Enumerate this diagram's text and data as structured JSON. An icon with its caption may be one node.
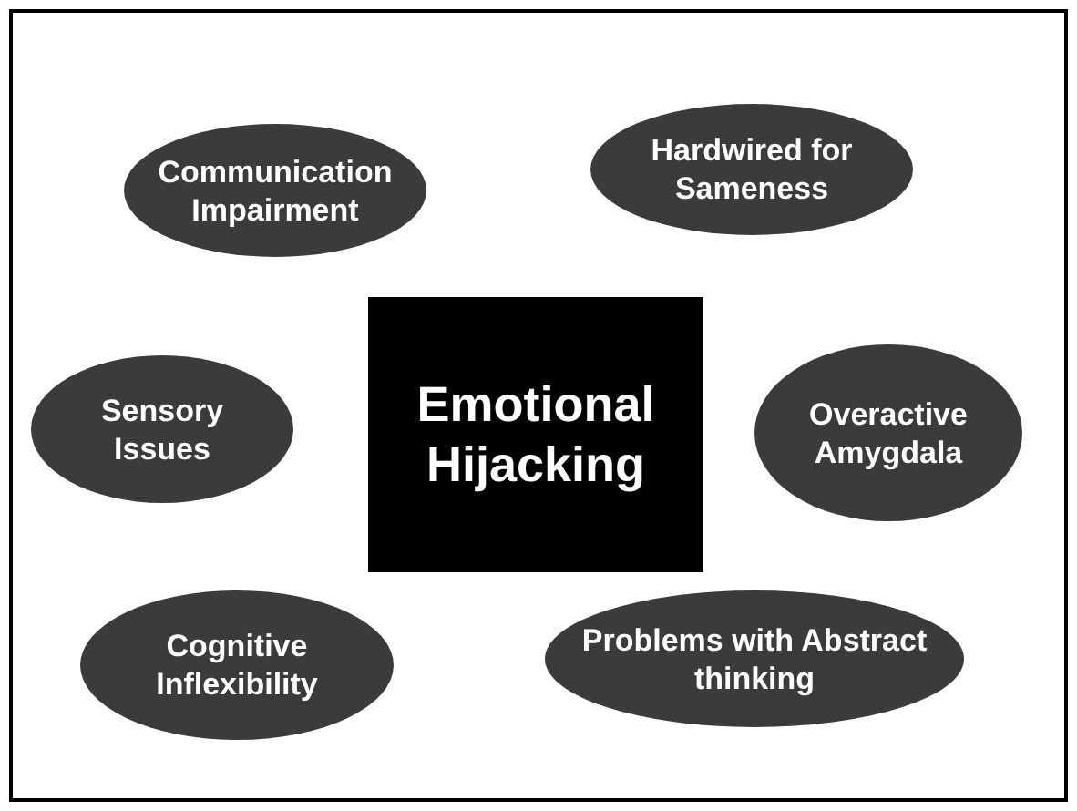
{
  "diagram": {
    "nodes": [
      {
        "text": [
          "Communication Impairment"
        ]
      },
      {
        "text": [
          "Hardwired for Sameness"
        ]
      },
      {
        "text": [
          "Sensory Issues"
        ]
      },
      {
        "text": [
          "Emotional Hijacking"
        ]
      },
      {
        "text": [
          "Overactive Amygdala"
        ]
      },
      {
        "text": [
          "Cognitive Inflexibility"
        ]
      },
      {
        "text": [
          "Problems with Abstract thinking"
        ]
      }
    ]
  }
}
